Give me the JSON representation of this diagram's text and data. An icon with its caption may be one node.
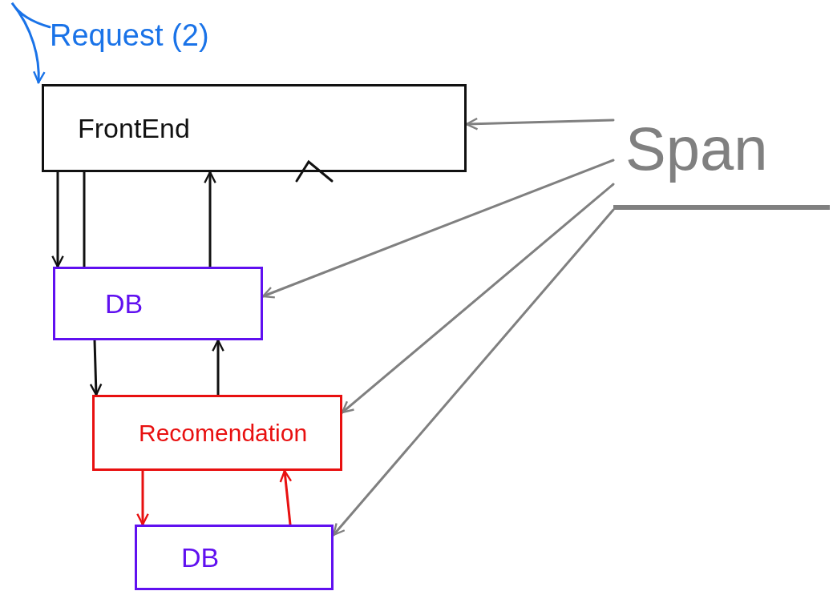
{
  "diagram": {
    "nodes": [
      {
        "text": [
          "Request (2)"
        ]
      },
      {
        "text": [
          "FrontEnd"
        ]
      },
      {
        "text": [
          "DB"
        ]
      },
      {
        "text": [
          "Recomendation"
        ]
      },
      {
        "text": [
          "DB"
        ]
      },
      {
        "text": [
          "Span"
        ]
      }
    ],
    "edges": [
      {
        "from": 0,
        "to": 1,
        "arrow": "to",
        "color": "#1a73e8"
      },
      {
        "from": 1,
        "to": 2,
        "arrow": "to"
      },
      {
        "from": 1,
        "to": 2,
        "arrow": "none"
      },
      {
        "from": 2,
        "to": 1,
        "arrow": "to"
      },
      {
        "from": 2,
        "to": 3,
        "arrow": "to"
      },
      {
        "from": 3,
        "to": 2,
        "arrow": "to"
      },
      {
        "from": 3,
        "to": 4,
        "arrow": "to",
        "color": "#e81010"
      },
      {
        "from": 4,
        "to": 3,
        "arrow": "to",
        "color": "#e81010"
      },
      {
        "from": 5,
        "to": 1,
        "arrow": "to",
        "color": "#808080"
      },
      {
        "from": 5,
        "to": 2,
        "arrow": "to",
        "color": "#808080"
      },
      {
        "from": 5,
        "to": 3,
        "arrow": "to",
        "color": "#808080"
      },
      {
        "from": 5,
        "to": 4,
        "arrow": "to",
        "color": "#808080"
      }
    ]
  }
}
